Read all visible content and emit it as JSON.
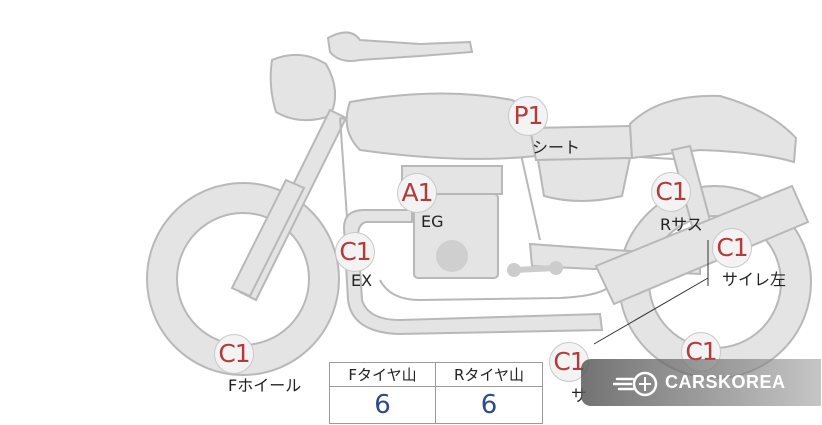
{
  "markers": [
    {
      "id": "seat",
      "grade": "P1",
      "label": "シート"
    },
    {
      "id": "engine",
      "grade": "A1",
      "label": "EG"
    },
    {
      "id": "exhaust",
      "grade": "C1",
      "label": "EX"
    },
    {
      "id": "rear-suspension",
      "grade": "C1",
      "label": "Rサス"
    },
    {
      "id": "silencer-left",
      "grade": "C1",
      "label": "サイレ左"
    },
    {
      "id": "front-wheel",
      "grade": "C1",
      "label": "Fホイール"
    },
    {
      "id": "side",
      "grade": "C1",
      "label": "サ"
    },
    {
      "id": "rear-wheel",
      "grade": "C1",
      "label": ""
    }
  ],
  "tire_table": {
    "front_header": "Fタイヤ山",
    "rear_header": "Rタイヤ山",
    "front_value": "6",
    "rear_value": "6"
  },
  "watermark": {
    "text": "CARSKOREA",
    "icon": "carskorea-logo-icon"
  }
}
